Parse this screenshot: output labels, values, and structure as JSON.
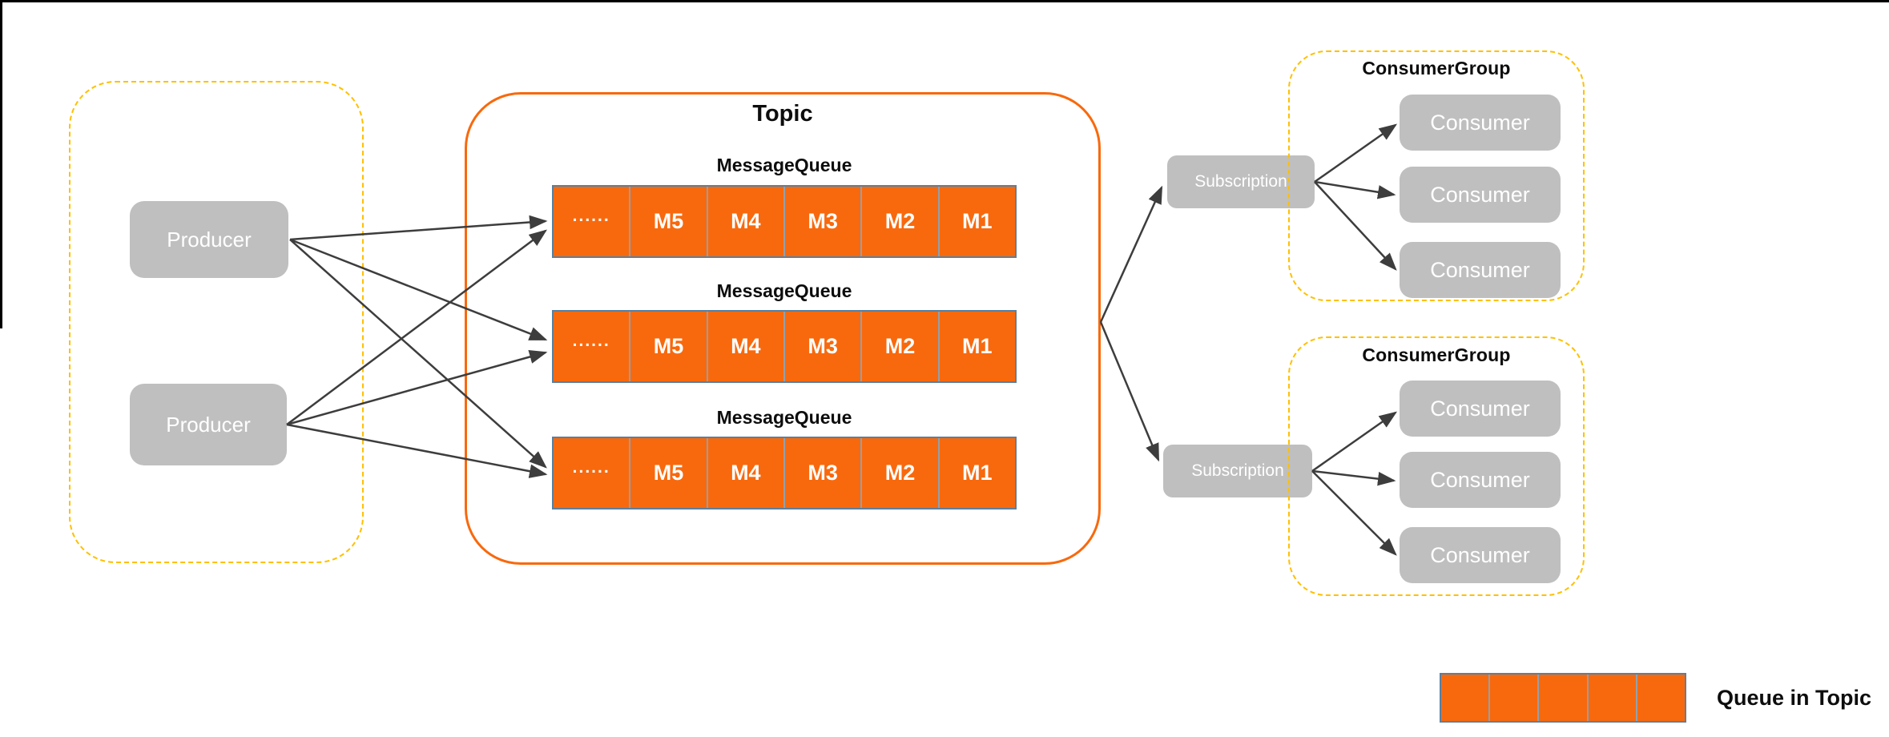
{
  "diagram": {
    "producer_group": {
      "producers": [
        {
          "label": "Producer"
        },
        {
          "label": "Producer"
        }
      ]
    },
    "topic": {
      "title": "Topic",
      "queues": [
        {
          "label": "MessageQueue",
          "cells": [
            "......",
            "M5",
            "M4",
            "M3",
            "M2",
            "M1"
          ]
        },
        {
          "label": "MessageQueue",
          "cells": [
            "......",
            "M5",
            "M4",
            "M3",
            "M2",
            "M1"
          ]
        },
        {
          "label": "MessageQueue",
          "cells": [
            "......",
            "M5",
            "M4",
            "M3",
            "M2",
            "M1"
          ]
        }
      ]
    },
    "subscriptions": [
      {
        "label": "Subscription"
      },
      {
        "label": "Subscription"
      }
    ],
    "consumer_groups": [
      {
        "title": "ConsumerGroup",
        "consumers": [
          {
            "label": "Consumer"
          },
          {
            "label": "Consumer"
          },
          {
            "label": "Consumer"
          }
        ]
      },
      {
        "title": "ConsumerGroup",
        "consumers": [
          {
            "label": "Consumer"
          },
          {
            "label": "Consumer"
          },
          {
            "label": "Consumer"
          }
        ]
      }
    ],
    "legend": {
      "label": "Queue in Topic",
      "cell_count": 5
    }
  },
  "colors": {
    "queue_fill": "#F8690D",
    "topic_border": "#F8690D",
    "queue_outline": "#5B7F9E",
    "queue_divider": "#94A0AA",
    "node_fill": "#BFBFBF",
    "node_text": "#FFFFFF",
    "group_dash": "#FFC000",
    "arrow": "#3D3D3D",
    "frame": "#000000"
  }
}
